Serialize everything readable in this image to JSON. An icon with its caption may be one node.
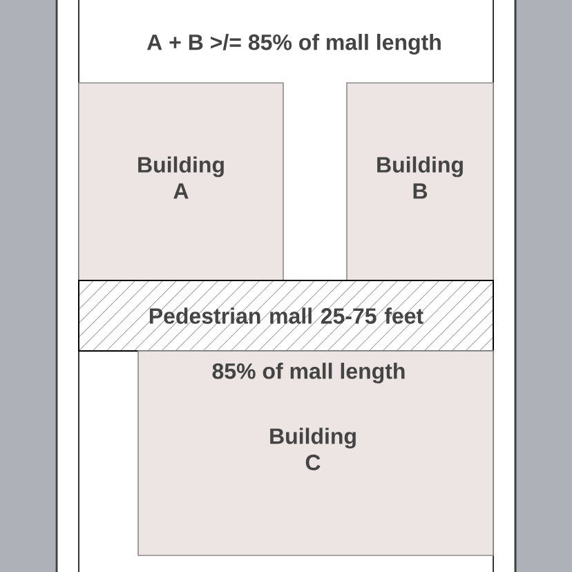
{
  "diagram": {
    "nodes": [
      {
        "text": [
          "Building A"
        ]
      },
      {
        "text": [
          "Building B"
        ]
      },
      {
        "text": [
          "Pedestrian mall 25-75 feet"
        ]
      },
      {
        "text": [
          "85% of mall length",
          "Building C"
        ]
      }
    ],
    "labels": [
      "A + B >/= 85% of mall length"
    ]
  }
}
